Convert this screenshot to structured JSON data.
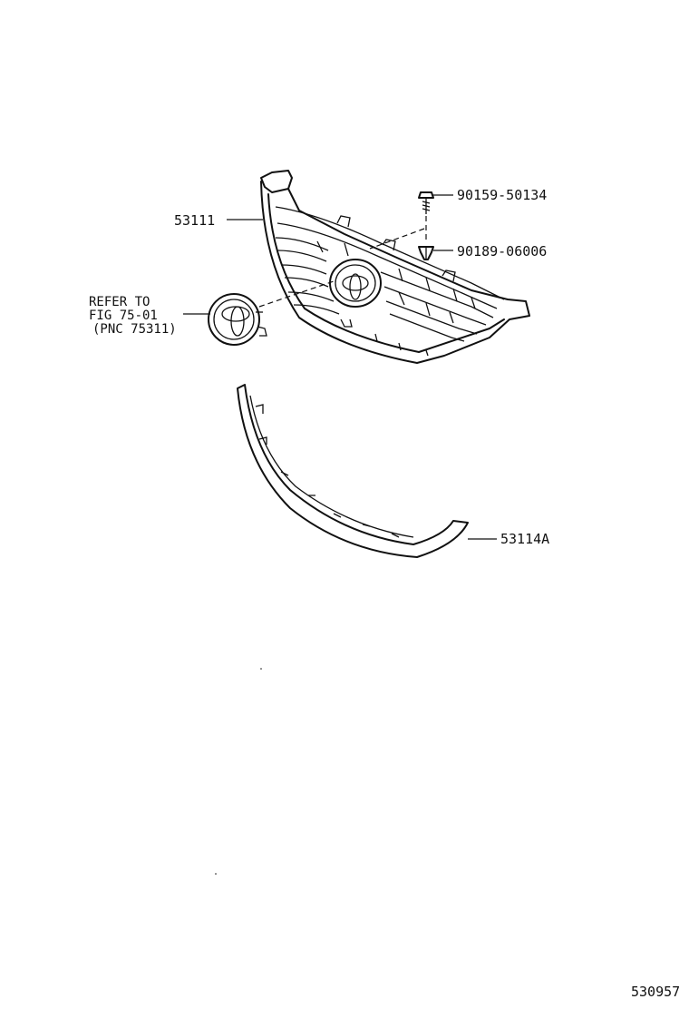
{
  "parts": {
    "grille": "53111",
    "bolt": "90159-50134",
    "clip": "90189-06006",
    "molding": "53114A"
  },
  "reference": {
    "line1": "REFER TO",
    "line2": "FIG 75-01",
    "line3": "(PNC 75311)"
  },
  "figure_id": "530957"
}
